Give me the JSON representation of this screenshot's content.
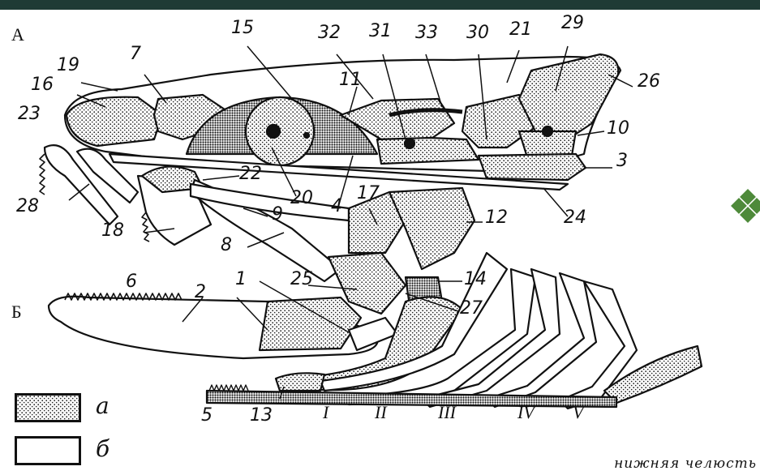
{
  "section_labels": {
    "a": "А",
    "b": "Б"
  },
  "part_labels": [
    "1",
    "2",
    "3",
    "4",
    "5",
    "6",
    "7",
    "8",
    "9",
    "10",
    "11",
    "12",
    "13",
    "14",
    "15",
    "16",
    "17",
    "18",
    "19",
    "20",
    "21",
    "22",
    "23",
    "24",
    "25",
    "26",
    "27",
    "28",
    "29",
    "30",
    "31",
    "32",
    "33"
  ],
  "arch_labels": [
    "I",
    "II",
    "III",
    "IV",
    "V"
  ],
  "legend": [
    {
      "key": "a",
      "label": "а",
      "fill": "stippled"
    },
    {
      "key": "b",
      "label": "б",
      "fill": "white"
    }
  ],
  "caption": "нижняя челюсть",
  "colors": {
    "topbar": "#1f3b35",
    "accent": "#4e8a3a",
    "ink": "#111111"
  }
}
